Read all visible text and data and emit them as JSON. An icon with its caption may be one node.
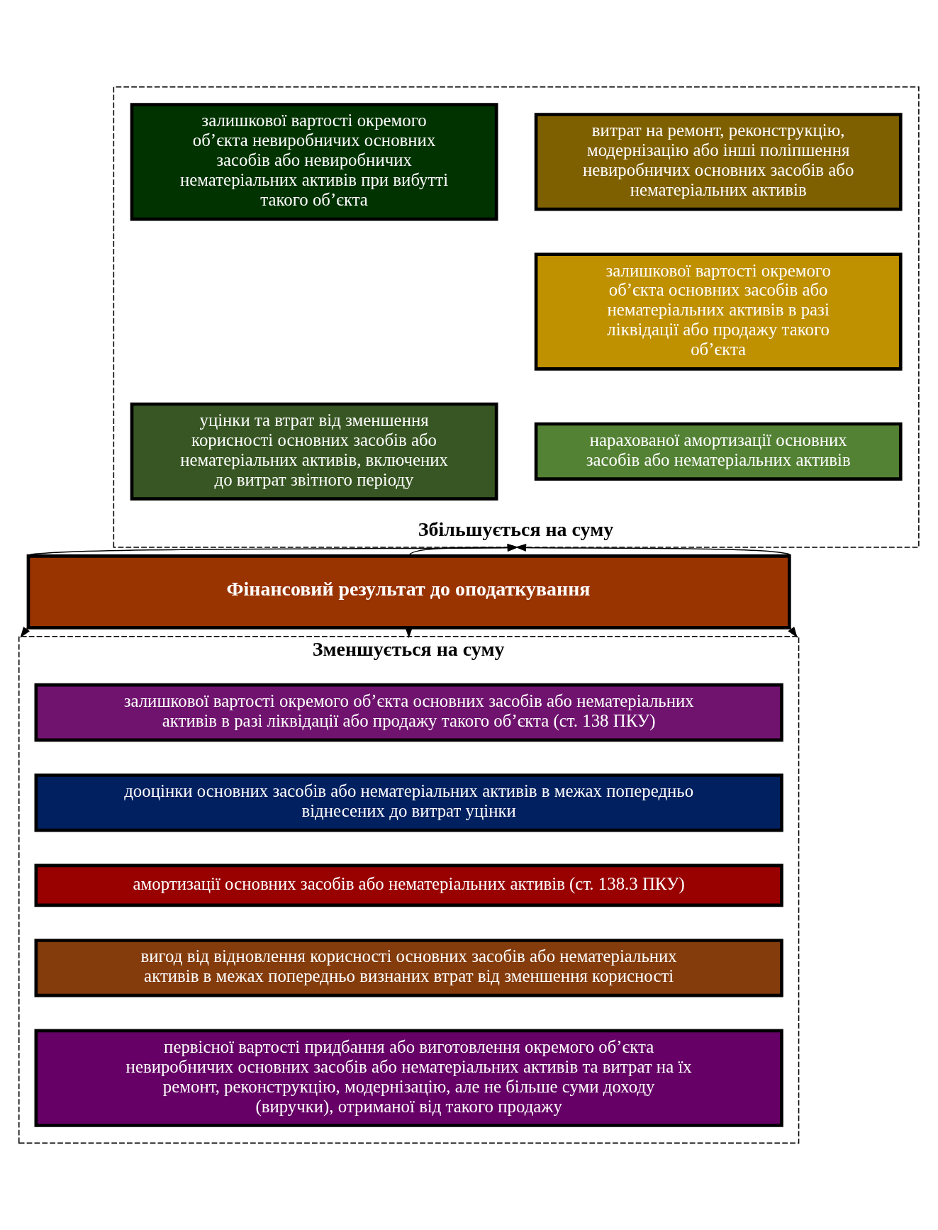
{
  "diagram": {
    "nodes": [
      {
        "text": [
          "Збільшується на суму"
        ]
      },
      {
        "text": [
          "витрат на ремонт, реконструкцію, модернізацію або інші поліпшення невиробничих основних засобів або нематеріальних активів"
        ],
        "in": 0
      },
      {
        "text": [
          "залишкової вартості окремого об’єкта основних засобів або нематеріальних активів в разі ліквідації або продажу такого об’єкта"
        ],
        "in": 0
      },
      {
        "text": [
          "нарахованої амортизації основних засобів або нематеріальних активів"
        ],
        "in": 0
      },
      {
        "text": [
          "залишкової вартості окремого об’єкта невиробничих основних засобів або невиробничих нематеріальних активів при вибутті такого об’єкта"
        ],
        "in": 0
      },
      {
        "text": [
          "уцінки та втрат від зменшення корисності основних засобів або нематеріальних активів, включених до витрат звітного періоду"
        ],
        "in": 0
      },
      {
        "text": [
          "Фінансовий результат до оподаткування"
        ]
      },
      {
        "text": [
          "Зменшується на суму"
        ]
      },
      {
        "text": [
          "залишкової вартості окремого об’єкта основних засобів або нематеріальних активів в разі ліквідації або продажу такого об’єкта (ст. 138 ПКУ)"
        ],
        "in": 7
      },
      {
        "text": [
          "дооцінки основних засобів або нематеріальних активів в межах попередньо віднесених до витрат уцінки"
        ],
        "in": 7
      },
      {
        "text": [
          "амортизації основних засобів або нематеріальних активів (ст. 138.3 ПКУ)"
        ],
        "in": 7
      },
      {
        "text": [
          "вигод від відновлення корисності основних засобів або нематеріальних активів в межах попередньо визнаних втрат від зменшення корисності"
        ],
        "in": 7
      },
      {
        "text": [
          "первісної вартості придбання або виготовлення окремого об’єкта невиробничих основних засобів або нематеріальних активів та витрат на їх ремонт, реконструкцію, модернізацію, але не більше суми доходу (виручки), отриманої від такого продажу"
        ],
        "in": 7
      }
    ],
    "edges": [
      {
        "from": 6,
        "to": 0,
        "arrow": "to"
      },
      {
        "from": 6,
        "to": 0,
        "arrow": "to"
      },
      {
        "from": 6,
        "to": 0,
        "arrow": "to"
      },
      {
        "from": 6,
        "to": 7,
        "arrow": "to"
      },
      {
        "from": 6,
        "to": 7,
        "arrow": "to"
      },
      {
        "from": 6,
        "to": 7,
        "arrow": "to"
      }
    ]
  }
}
